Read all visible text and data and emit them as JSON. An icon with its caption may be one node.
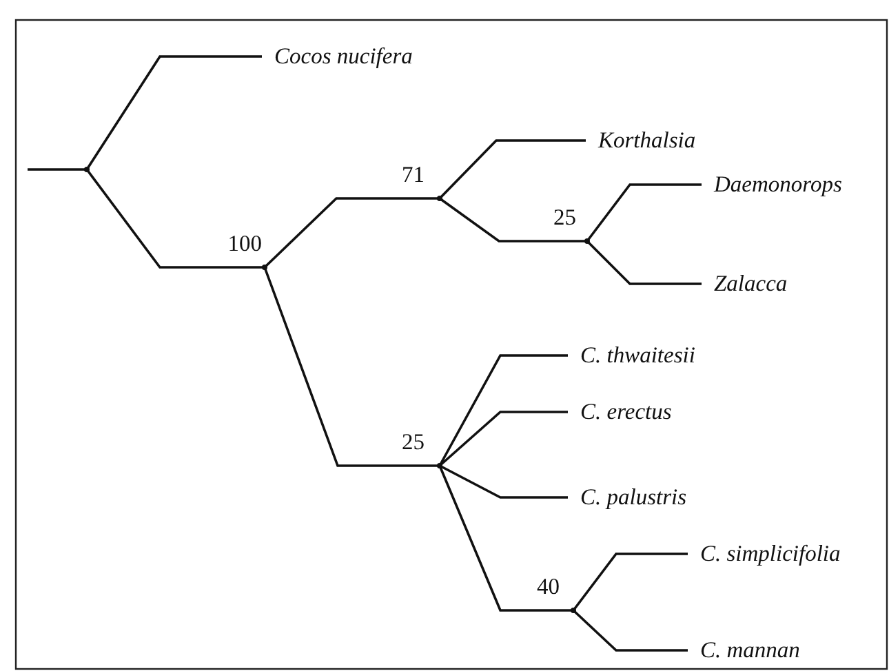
{
  "diagram": {
    "nodes": [
      {
        "text": [],
        "shape": "point"
      },
      {
        "text": [
          "Cocos nucifera"
        ]
      },
      {
        "text": [],
        "shape": "point",
        "beside": [
          "100"
        ]
      },
      {
        "text": [],
        "shape": "point",
        "beside": [
          "71"
        ]
      },
      {
        "text": [
          "Korthalsia"
        ]
      },
      {
        "text": [],
        "shape": "point",
        "beside": [
          "25"
        ]
      },
      {
        "text": [
          "Daemonorops"
        ]
      },
      {
        "text": [
          "Zalacca"
        ]
      },
      {
        "text": [],
        "shape": "point",
        "beside": [
          "25"
        ]
      },
      {
        "text": [
          "C. thwaitesii"
        ]
      },
      {
        "text": [
          "C. erectus"
        ]
      },
      {
        "text": [
          "C. palustris"
        ]
      },
      {
        "text": [],
        "shape": "point",
        "beside": [
          "40"
        ]
      },
      {
        "text": [
          "C. simplicifolia"
        ]
      },
      {
        "text": [
          "C. mannan"
        ]
      }
    ],
    "edges": [
      {
        "from": null,
        "to": 0,
        "arrow": "none"
      },
      {
        "from": 0,
        "to": 1,
        "arrow": "none"
      },
      {
        "from": 0,
        "to": 2,
        "arrow": "none"
      },
      {
        "from": 2,
        "to": 3,
        "arrow": "none"
      },
      {
        "from": 3,
        "to": 4,
        "arrow": "none"
      },
      {
        "from": 3,
        "to": 5,
        "arrow": "none"
      },
      {
        "from": 5,
        "to": 6,
        "arrow": "none"
      },
      {
        "from": 5,
        "to": 7,
        "arrow": "none"
      },
      {
        "from": 2,
        "to": 8,
        "arrow": "none"
      },
      {
        "from": 8,
        "to": 9,
        "arrow": "none"
      },
      {
        "from": 8,
        "to": 10,
        "arrow": "none"
      },
      {
        "from": 8,
        "to": 11,
        "arrow": "none"
      },
      {
        "from": 8,
        "to": 12,
        "arrow": "none"
      },
      {
        "from": 12,
        "to": 13,
        "arrow": "none"
      },
      {
        "from": 12,
        "to": 14,
        "arrow": "none"
      }
    ]
  }
}
